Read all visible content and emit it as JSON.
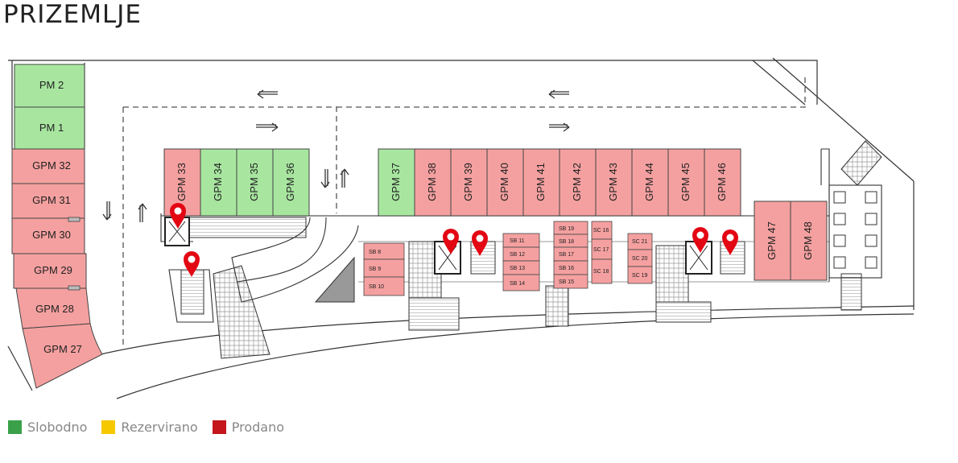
{
  "page": {
    "title": "PRIZEMLJE"
  },
  "colors": {
    "free": "#a8e6a0",
    "reserved": "#ffd400",
    "sold": "#f5a0a0",
    "legend_free": "#3aa14a",
    "legend_reserved": "#f5c800",
    "legend_sold": "#c4161c",
    "pin": "#e30613"
  },
  "legend": [
    {
      "label": "Slobodno",
      "status": "free"
    },
    {
      "label": "Rezervirano",
      "status": "reserved"
    },
    {
      "label": "Prodano",
      "status": "sold"
    }
  ],
  "units": {
    "PM2": {
      "label": "PM 2",
      "status": "free"
    },
    "PM1": {
      "label": "PM 1",
      "status": "free"
    },
    "GPM32": {
      "label": "GPM 32",
      "status": "sold"
    },
    "GPM31": {
      "label": "GPM 31",
      "status": "sold"
    },
    "GPM30": {
      "label": "GPM 30",
      "status": "sold"
    },
    "GPM29": {
      "label": "GPM 29",
      "status": "sold"
    },
    "GPM28": {
      "label": "GPM 28",
      "status": "sold"
    },
    "GPM27": {
      "label": "GPM 27",
      "status": "sold"
    },
    "GPM33": {
      "label": "GPM 33",
      "status": "sold"
    },
    "GPM34": {
      "label": "GPM 34",
      "status": "free"
    },
    "GPM35": {
      "label": "GPM 35",
      "status": "free"
    },
    "GPM36": {
      "label": "GPM 36",
      "status": "free"
    },
    "GPM37": {
      "label": "GPM 37",
      "status": "free"
    },
    "GPM38": {
      "label": "GPM 38",
      "status": "sold"
    },
    "GPM39": {
      "label": "GPM 39",
      "status": "sold"
    },
    "GPM40": {
      "label": "GPM 40",
      "status": "sold"
    },
    "GPM41": {
      "label": "GPM 41",
      "status": "sold"
    },
    "GPM42": {
      "label": "GPM 42",
      "status": "sold"
    },
    "GPM43": {
      "label": "GPM 43",
      "status": "sold"
    },
    "GPM44": {
      "label": "GPM 44",
      "status": "sold"
    },
    "GPM45": {
      "label": "GPM 45",
      "status": "sold"
    },
    "GPM46": {
      "label": "GPM 46",
      "status": "sold"
    },
    "GPM47": {
      "label": "GPM 47",
      "status": "sold"
    },
    "GPM48": {
      "label": "GPM 48",
      "status": "sold"
    },
    "SB8": {
      "label": "SB 8",
      "status": "sold"
    },
    "SB9": {
      "label": "SB 9",
      "status": "sold"
    },
    "SB10": {
      "label": "SB 10",
      "status": "sold"
    },
    "SB11": {
      "label": "SB 11",
      "status": "sold"
    },
    "SB12": {
      "label": "SB 12",
      "status": "sold"
    },
    "SB13": {
      "label": "SB 13",
      "status": "sold"
    },
    "SB14": {
      "label": "SB 14",
      "status": "sold"
    },
    "SB15": {
      "label": "SB 15",
      "status": "sold"
    },
    "SB16": {
      "label": "SB 16",
      "status": "sold"
    },
    "SB17": {
      "label": "SB 17",
      "status": "sold"
    },
    "SB18": {
      "label": "SB 18",
      "status": "sold"
    },
    "SB19": {
      "label": "SB 19",
      "status": "sold"
    },
    "SC16": {
      "label": "SC 16",
      "status": "sold"
    },
    "SC17": {
      "label": "SC 17",
      "status": "sold"
    },
    "SC18": {
      "label": "SC 18",
      "status": "sold"
    },
    "SC19": {
      "label": "SC 19",
      "status": "sold"
    },
    "SC20": {
      "label": "SC 20",
      "status": "sold"
    },
    "SC21": {
      "label": "SC 21",
      "status": "sold"
    }
  },
  "icons": {
    "pin": "location-pin-icon",
    "arrow": "direction-arrow-icon"
  }
}
